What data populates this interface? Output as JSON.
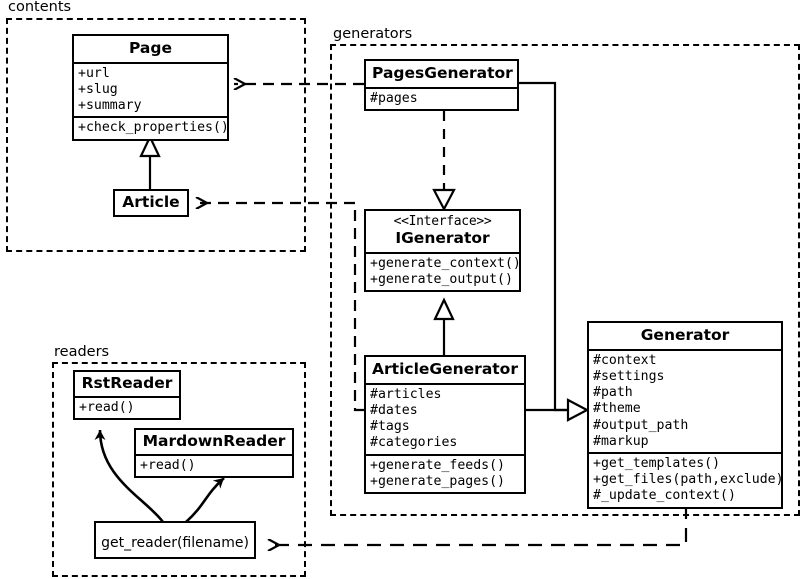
{
  "diagram": {
    "type": "uml-class-diagram",
    "background": "#ffffff",
    "line_color": "#000000"
  },
  "packages": [
    {
      "id": "contents",
      "label": "contents"
    },
    {
      "id": "generators",
      "label": "generators"
    },
    {
      "id": "readers",
      "label": "readers"
    }
  ],
  "classes": {
    "page": {
      "name": "Page",
      "attributes": [
        "+url",
        "+slug",
        "+summary"
      ],
      "methods": [
        "+check_properties()"
      ]
    },
    "article": {
      "name": "Article",
      "attributes": [],
      "methods": []
    },
    "pages_generator": {
      "name": "PagesGenerator",
      "attributes": [
        "#pages"
      ],
      "methods": []
    },
    "igenerator": {
      "stereotype": "<<Interface>>",
      "name": "IGenerator",
      "attributes": [],
      "methods": [
        "+generate_context()",
        "+generate_output()"
      ]
    },
    "article_generator": {
      "name": "ArticleGenerator",
      "attributes": [
        "#articles",
        "#dates",
        "#tags",
        "#categories"
      ],
      "methods": [
        "+generate_feeds()",
        "+generate_pages()"
      ]
    },
    "generator": {
      "name": "Generator",
      "attributes": [
        "#context",
        "#settings",
        "#path",
        "#theme",
        "#output_path",
        "#markup"
      ],
      "methods": [
        "+get_templates()",
        "+get_files(path,exclude)",
        "#_update_context()"
      ]
    },
    "rst_reader": {
      "name": "RstReader",
      "attributes": [],
      "methods": [
        "+read()"
      ]
    },
    "mardown_reader": {
      "name": "MardownReader",
      "attributes": [],
      "methods": [
        "+read()"
      ]
    },
    "get_reader": {
      "name": "get_reader(filename)"
    }
  },
  "relationships": [
    {
      "from": "PagesGenerator",
      "to": "Page",
      "type": "dependency",
      "style": "dashed-open-arrow"
    },
    {
      "from": "ArticleGenerator",
      "to": "Article",
      "type": "dependency",
      "style": "dashed-open-arrow"
    },
    {
      "from": "Article",
      "to": "Page",
      "type": "generalization",
      "style": "solid-hollow-triangle"
    },
    {
      "from": "PagesGenerator",
      "to": "IGenerator",
      "type": "realization",
      "style": "dashed-hollow-triangle"
    },
    {
      "from": "ArticleGenerator",
      "to": "IGenerator",
      "type": "generalization",
      "style": "solid-hollow-triangle"
    },
    {
      "from": "PagesGenerator",
      "to": "Generator",
      "type": "generalization",
      "style": "solid-hollow-triangle"
    },
    {
      "from": "ArticleGenerator",
      "to": "Generator",
      "type": "generalization",
      "style": "solid-hollow-triangle"
    },
    {
      "from": "get_reader(filename)",
      "to": "RstReader",
      "type": "creates",
      "style": "solid-curved-arrow"
    },
    {
      "from": "get_reader(filename)",
      "to": "MardownReader",
      "type": "creates",
      "style": "solid-curved-arrow"
    },
    {
      "from": "Generator",
      "to": "get_reader(filename)",
      "type": "dependency",
      "style": "dashed-open-arrow"
    }
  ]
}
